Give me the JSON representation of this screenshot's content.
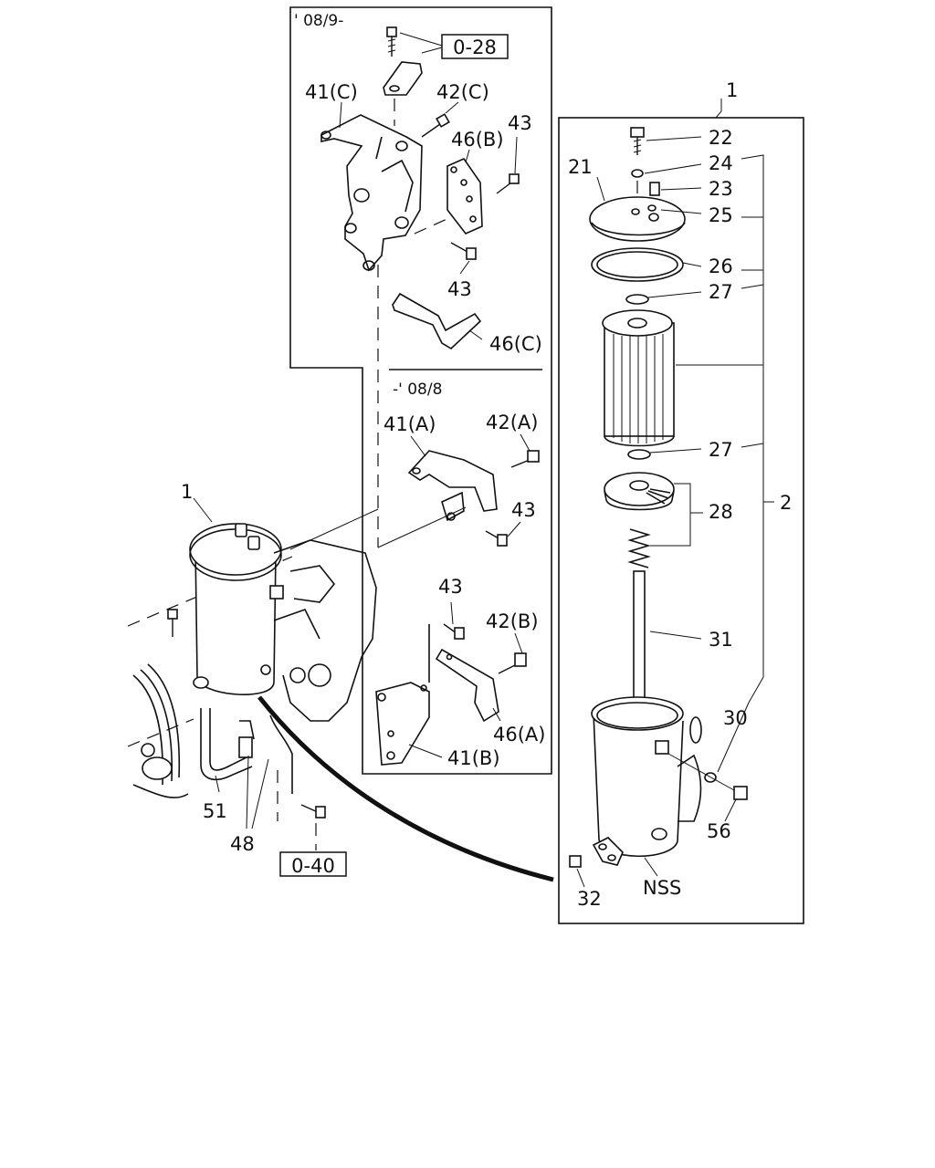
{
  "variants": {
    "top": "' 08/9-",
    "middle": "-' 08/8"
  },
  "references": {
    "ref_top": "0-28",
    "ref_bottom": "0-40"
  },
  "callouts": {
    "assembly": "1",
    "assembly_main": "1",
    "element_group": "2",
    "cover": "21",
    "bolt_22": "22",
    "plug_23": "23",
    "washer_24": "24",
    "washer_25": "25",
    "oring_26": "26",
    "washer_27_top": "27",
    "washer_27_bottom": "27",
    "spring_set_28": "28",
    "washer_30": "30",
    "rod_31": "31",
    "bolt_32": "32",
    "bracket_41c": "41(C)",
    "bolt_42c": "42(C)",
    "bracket_46b": "46(B)",
    "bolt_43_a": "43",
    "bolt_43_b": "43",
    "bracket_46c": "46(C)",
    "bracket_41a": "41(A)",
    "bolt_42a": "42(A)",
    "bolt_43_c": "43",
    "bolt_43_d": "43",
    "bolt_42b": "42(B)",
    "bracket_46a": "46(A)",
    "bracket_41b": "41(B)",
    "hose_51": "51",
    "clip_48": "48",
    "plug_56": "56",
    "housing_nss": "NSS"
  }
}
